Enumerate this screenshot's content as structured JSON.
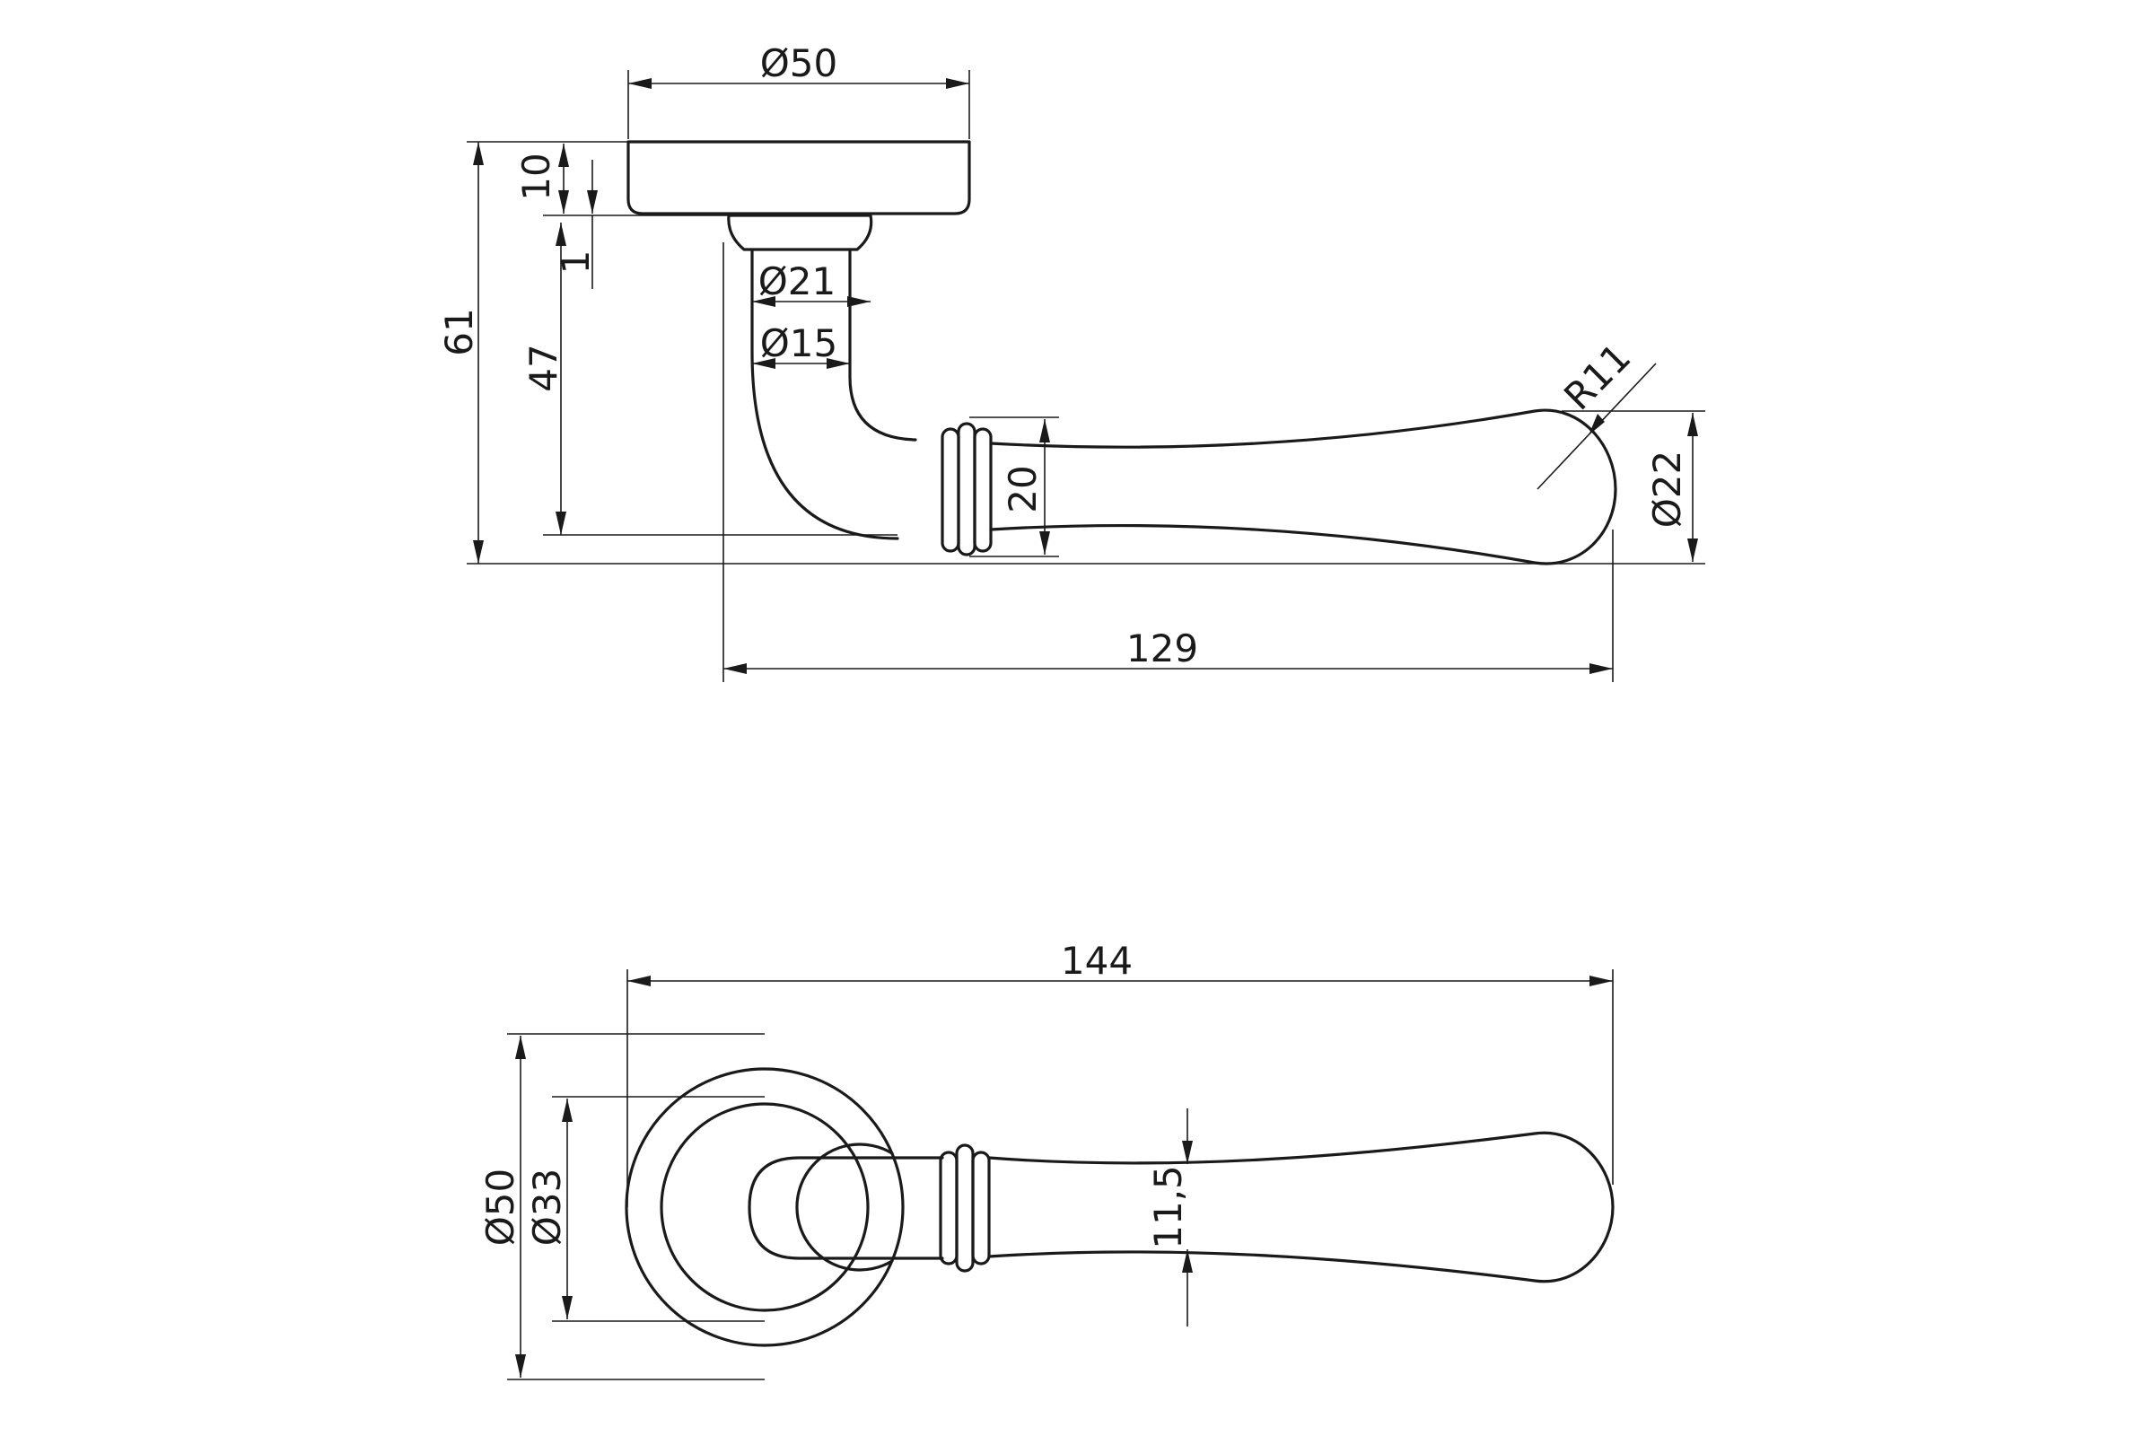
{
  "drawing": {
    "side_view": {
      "rose_diameter": "Ø50",
      "rose_thickness": "10",
      "rose_gap": "1",
      "neck_outer_diameter": "Ø21",
      "neck_inner_diameter": "Ø15",
      "total_height": "61",
      "lever_axis_height": "47",
      "collar_height": "20",
      "tip_radius": "R11",
      "tip_diameter": "Ø22",
      "lever_length": "129"
    },
    "top_view": {
      "overall_length": "144",
      "rose_diameter": "Ø50",
      "inner_rose_diameter": "Ø33",
      "lever_width": "11,5"
    }
  }
}
